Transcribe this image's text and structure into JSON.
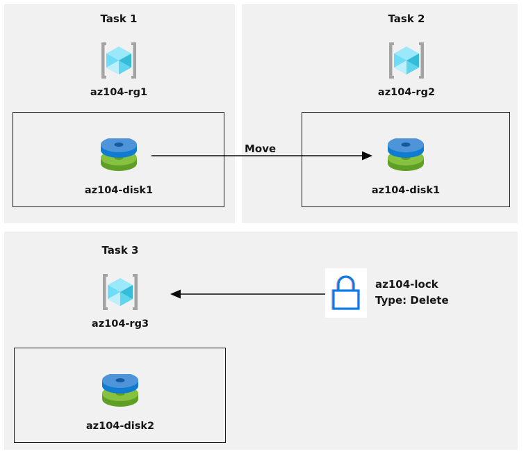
{
  "diagram": {
    "title": "Azure AZ-104 resource group tasks diagram",
    "background_color": "#ffffff",
    "panel_color": "#f1f1f1",
    "text_color": "#161616",
    "border_color": "#1a1a1a"
  },
  "tasks": [
    {
      "id": "task1",
      "title": "Task 1",
      "resource_group": {
        "label": "az104-rg1",
        "icon": "resource-group-cube-icon"
      },
      "resource": {
        "label": "az104-disk1",
        "icon": "managed-disk-icon"
      }
    },
    {
      "id": "task2",
      "title": "Task 2",
      "resource_group": {
        "label": "az104-rg2",
        "icon": "resource-group-cube-icon"
      },
      "resource": {
        "label": "az104-disk1",
        "icon": "managed-disk-icon"
      }
    },
    {
      "id": "task3",
      "title": "Task 3",
      "resource_group": {
        "label": "az104-rg3",
        "icon": "resource-group-cube-icon"
      },
      "resource": {
        "label": "az104-disk2",
        "icon": "managed-disk-icon"
      }
    }
  ],
  "connectors": {
    "move": {
      "label": "Move",
      "direction": "right",
      "from": "az104-disk1 in az104-rg1",
      "to": "az104-rg2"
    },
    "lock": {
      "direction": "left",
      "from": "az104-lock",
      "to": "az104-rg3"
    }
  },
  "lock": {
    "icon": "padlock-icon",
    "name": "az104-lock",
    "type_line": "Type: Delete",
    "stroke_color": "#0a7ce8",
    "background_color": "#ffffff"
  },
  "colors": {
    "cube_top": "#9ce8fb",
    "cube_left": "#3fd0f5",
    "cube_right": "#35bcd8",
    "cube_bracket": "#a3a3a3",
    "disk_blue_top": "#4e94d8",
    "disk_blue_side": "#0f7bd1",
    "disk_green_top": "#86c140",
    "disk_green_side": "#5f9f26"
  }
}
